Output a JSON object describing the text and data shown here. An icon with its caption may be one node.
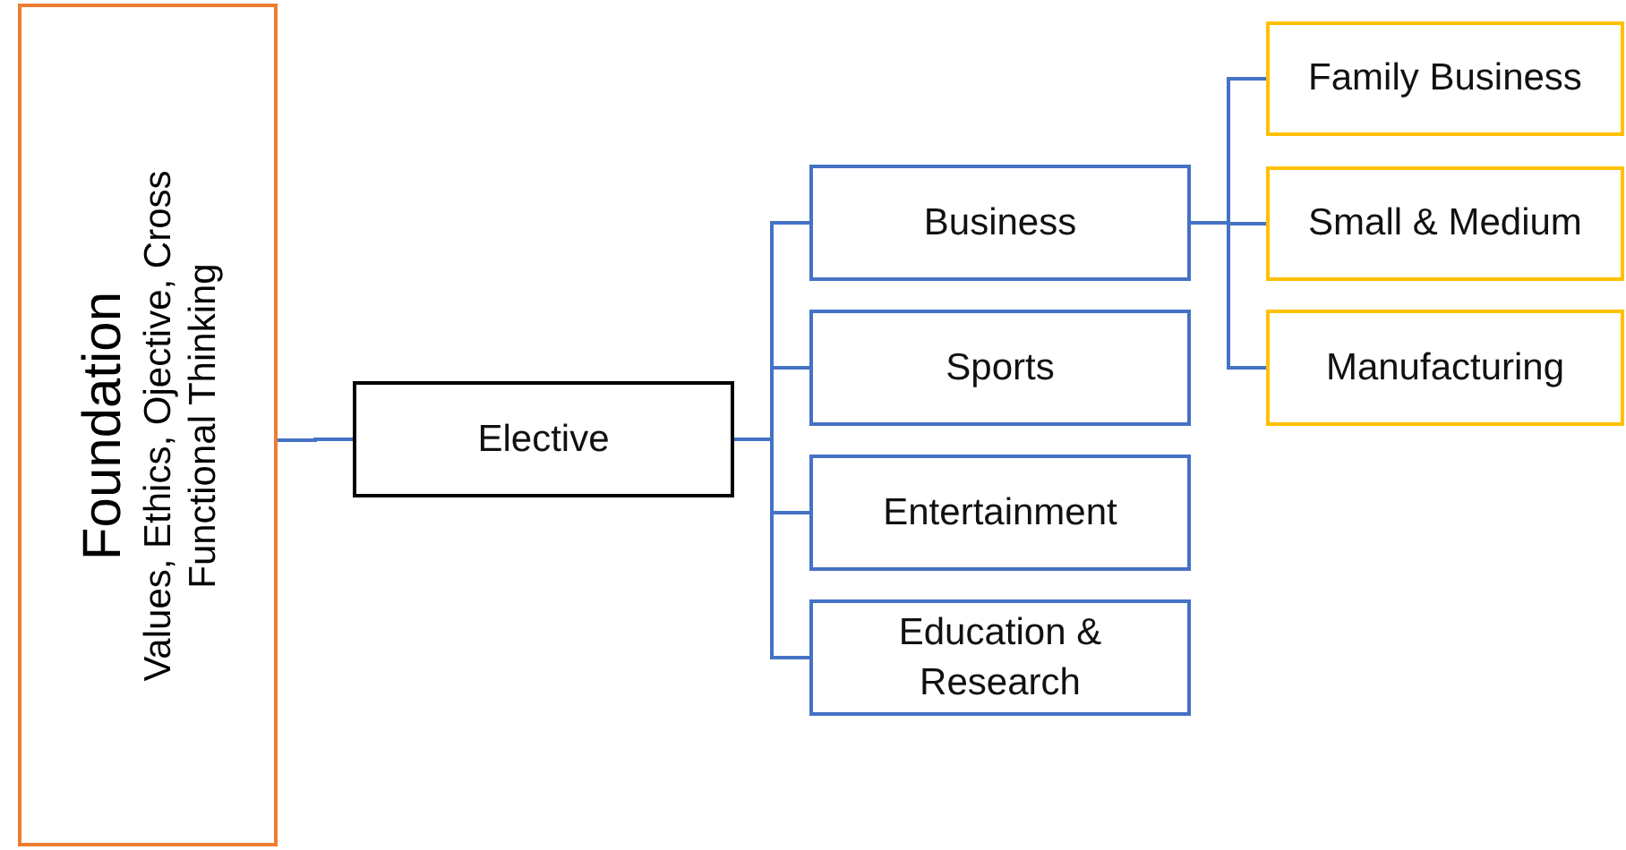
{
  "diagram": {
    "nodes": [
      {
        "text": [
          "Foundation",
          "Values, Ethics, Ojective, Cross Functional Thinking"
        ]
      },
      {
        "text": [
          "Elective"
        ]
      },
      {
        "text": [
          "Business"
        ]
      },
      {
        "text": [
          "Sports"
        ]
      },
      {
        "text": [
          "Entertainment"
        ]
      },
      {
        "text": [
          "Education & Research"
        ]
      },
      {
        "text": [
          "Family Business"
        ]
      },
      {
        "text": [
          "Small & Medium"
        ]
      },
      {
        "text": [
          "Manufacturing"
        ]
      }
    ],
    "edges": [
      {
        "from": 0,
        "to": 1,
        "arrow": "none"
      },
      {
        "from": 1,
        "to": 2,
        "arrow": "none"
      },
      {
        "from": 1,
        "to": 3,
        "arrow": "none"
      },
      {
        "from": 1,
        "to": 4,
        "arrow": "none"
      },
      {
        "from": 1,
        "to": 5,
        "arrow": "none"
      },
      {
        "from": 2,
        "to": 6,
        "arrow": "none"
      },
      {
        "from": 2,
        "to": 7,
        "arrow": "none"
      },
      {
        "from": 2,
        "to": 8,
        "arrow": "none"
      }
    ]
  }
}
